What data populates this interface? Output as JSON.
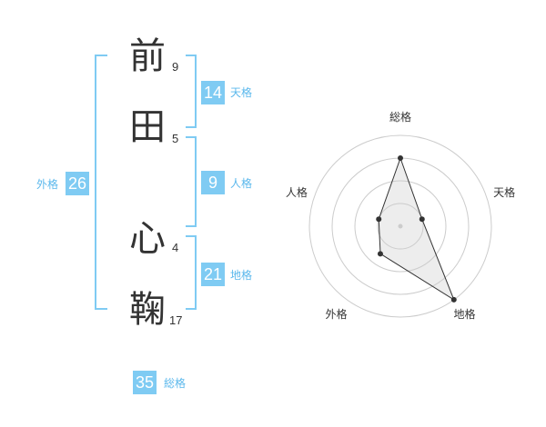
{
  "name": {
    "chars": [
      {
        "char": "前",
        "strokes": "9"
      },
      {
        "char": "田",
        "strokes": "5"
      },
      {
        "char": "心",
        "strokes": "4"
      },
      {
        "char": "鞠",
        "strokes": "17"
      }
    ]
  },
  "kakusu": {
    "tenkaku": {
      "value": "14",
      "label": "天格"
    },
    "jinkaku": {
      "value": "9",
      "label": "人格"
    },
    "chikaku": {
      "value": "21",
      "label": "地格"
    },
    "gaikaku": {
      "value": "26",
      "label": "外格"
    },
    "soukaku": {
      "value": "35",
      "label": "総格"
    }
  },
  "chart_data": {
    "type": "radar",
    "axes": [
      "総格",
      "天格",
      "地格",
      "外格",
      "人格"
    ],
    "rmax": 4,
    "rings": 4,
    "values": [
      3,
      1,
      4,
      1.5,
      1
    ],
    "colors": {
      "line": "#333333",
      "fill": "#cccccc",
      "grid": "#cccccc",
      "point": "#333333"
    }
  }
}
